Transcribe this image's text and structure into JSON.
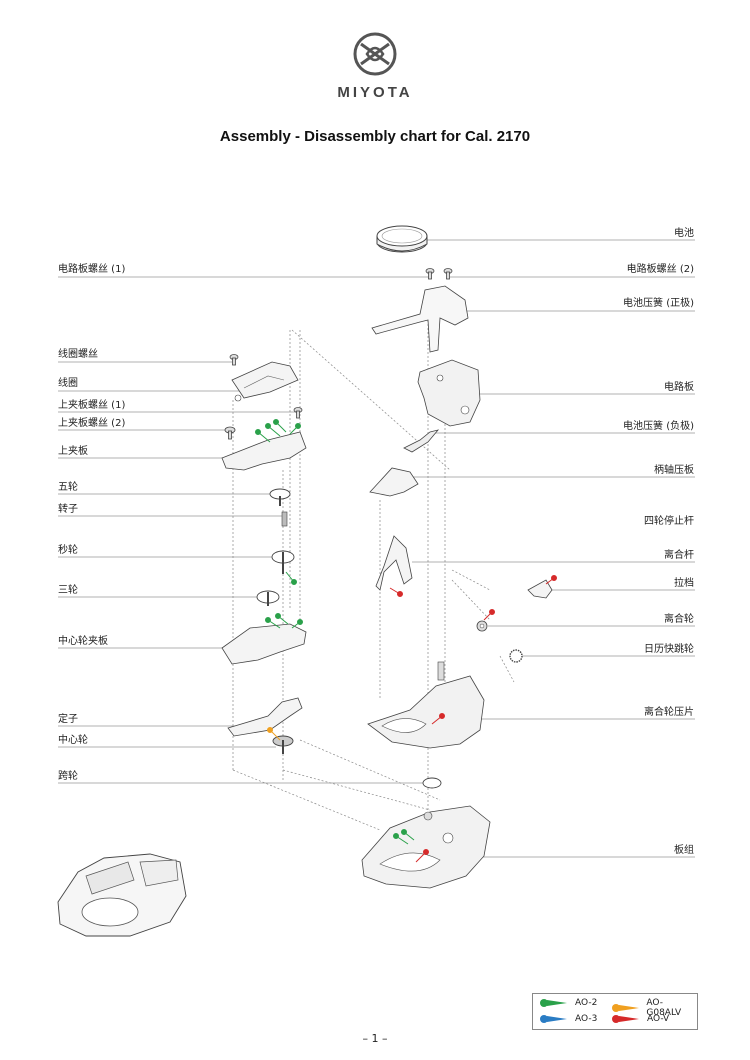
{
  "brand": {
    "name": "MIYOTA",
    "logo_icon": "miyota-logo-icon"
  },
  "title": "Assembly - Disassembly chart for Cal. 2170",
  "labels_left": [
    {
      "id": "circuit-screw-1",
      "text": "电路板螺丝 (1)"
    },
    {
      "id": "coil-screw",
      "text": "线圈螺丝"
    },
    {
      "id": "coil",
      "text": "线圈"
    },
    {
      "id": "upper-plate-screw-1",
      "text": "上夹板螺丝 (1)"
    },
    {
      "id": "upper-plate-screw-2",
      "text": "上夹板螺丝 (2)"
    },
    {
      "id": "upper-plate",
      "text": "上夹板"
    },
    {
      "id": "fifth-wheel",
      "text": "五轮"
    },
    {
      "id": "rotor",
      "text": "转子"
    },
    {
      "id": "second-wheel",
      "text": "秒轮"
    },
    {
      "id": "third-wheel",
      "text": "三轮"
    },
    {
      "id": "center-wheel-bridge",
      "text": "中心轮夹板"
    },
    {
      "id": "stator",
      "text": "定子"
    },
    {
      "id": "center-wheel",
      "text": "中心轮"
    },
    {
      "id": "minute-wheel",
      "text": "跨轮"
    }
  ],
  "labels_right": [
    {
      "id": "battery",
      "text": "电池"
    },
    {
      "id": "circuit-screw-2",
      "text": "电路板螺丝 (2)"
    },
    {
      "id": "battery-spring-positive",
      "text": "电池压簧 (正极)"
    },
    {
      "id": "circuit-board",
      "text": "电路板"
    },
    {
      "id": "battery-spring-negative",
      "text": "电池压簧 (负极)"
    },
    {
      "id": "setting-lever-plate",
      "text": "柄轴压板"
    },
    {
      "id": "fourth-wheel-stop-lever",
      "text": "四轮停止杆"
    },
    {
      "id": "clutch-lever",
      "text": "离合杆"
    },
    {
      "id": "setting-lever",
      "text": "拉档"
    },
    {
      "id": "clutch-wheel",
      "text": "离合轮"
    },
    {
      "id": "date-jumper",
      "text": "日历快跳轮"
    },
    {
      "id": "clutch-wheel-plate",
      "text": "离合轮压片"
    },
    {
      "id": "main-plate",
      "text": "板组"
    }
  ],
  "legend": [
    {
      "name": "AO-2",
      "color": "#2aa14a"
    },
    {
      "name": "AO-G08ALV",
      "color": "#f0a020"
    },
    {
      "name": "AO-3",
      "color": "#2a7cc4"
    },
    {
      "name": "AO-V",
      "color": "#d62a2a"
    }
  ],
  "page_number": "– 1 –"
}
